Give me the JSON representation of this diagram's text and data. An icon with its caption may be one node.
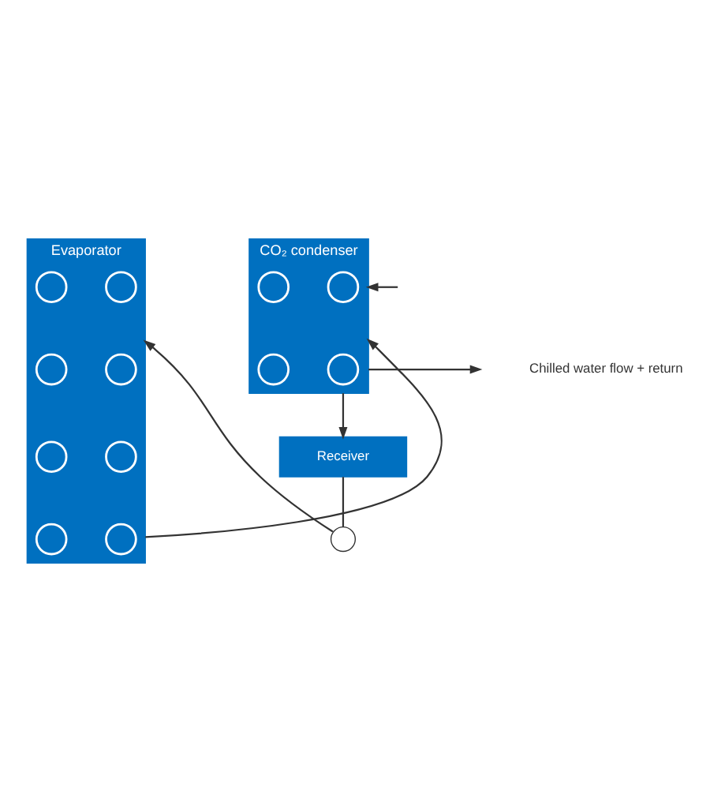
{
  "diagram": {
    "nodes": [
      {
        "text": [
          "Evaporator"
        ]
      },
      {
        "text": [],
        "shape": "circle",
        "in": 0
      },
      {
        "text": [],
        "shape": "circle",
        "in": 0
      },
      {
        "text": [],
        "shape": "circle",
        "in": 0
      },
      {
        "text": [],
        "shape": "circle",
        "in": 0
      },
      {
        "text": [],
        "shape": "circle",
        "in": 0
      },
      {
        "text": [],
        "shape": "circle",
        "in": 0
      },
      {
        "text": [],
        "shape": "circle",
        "in": 0
      },
      {
        "text": [],
        "shape": "circle",
        "in": 0
      },
      {
        "text": [
          "CO₂ condenser"
        ]
      },
      {
        "text": [],
        "shape": "circle",
        "in": 9
      },
      {
        "text": [],
        "shape": "circle",
        "in": 9
      },
      {
        "text": [],
        "shape": "circle",
        "in": 9
      },
      {
        "text": [],
        "shape": "circle",
        "in": 9
      },
      {
        "text": [
          "Receiver"
        ]
      },
      {
        "text": [],
        "shape": "circle"
      }
    ],
    "edges": [
      {
        "from": 0,
        "to": 9,
        "arrow": "to"
      },
      {
        "from": 9,
        "to": null,
        "arrow": "to"
      },
      {
        "from": null,
        "to": 9,
        "arrow": "to"
      },
      {
        "from": 9,
        "to": 14,
        "arrow": "to"
      },
      {
        "from": 14,
        "to": 15,
        "arrow": "none"
      },
      {
        "from": 15,
        "to": 0,
        "arrow": "to"
      }
    ],
    "labels": [
      "Chilled water flow + return"
    ]
  }
}
